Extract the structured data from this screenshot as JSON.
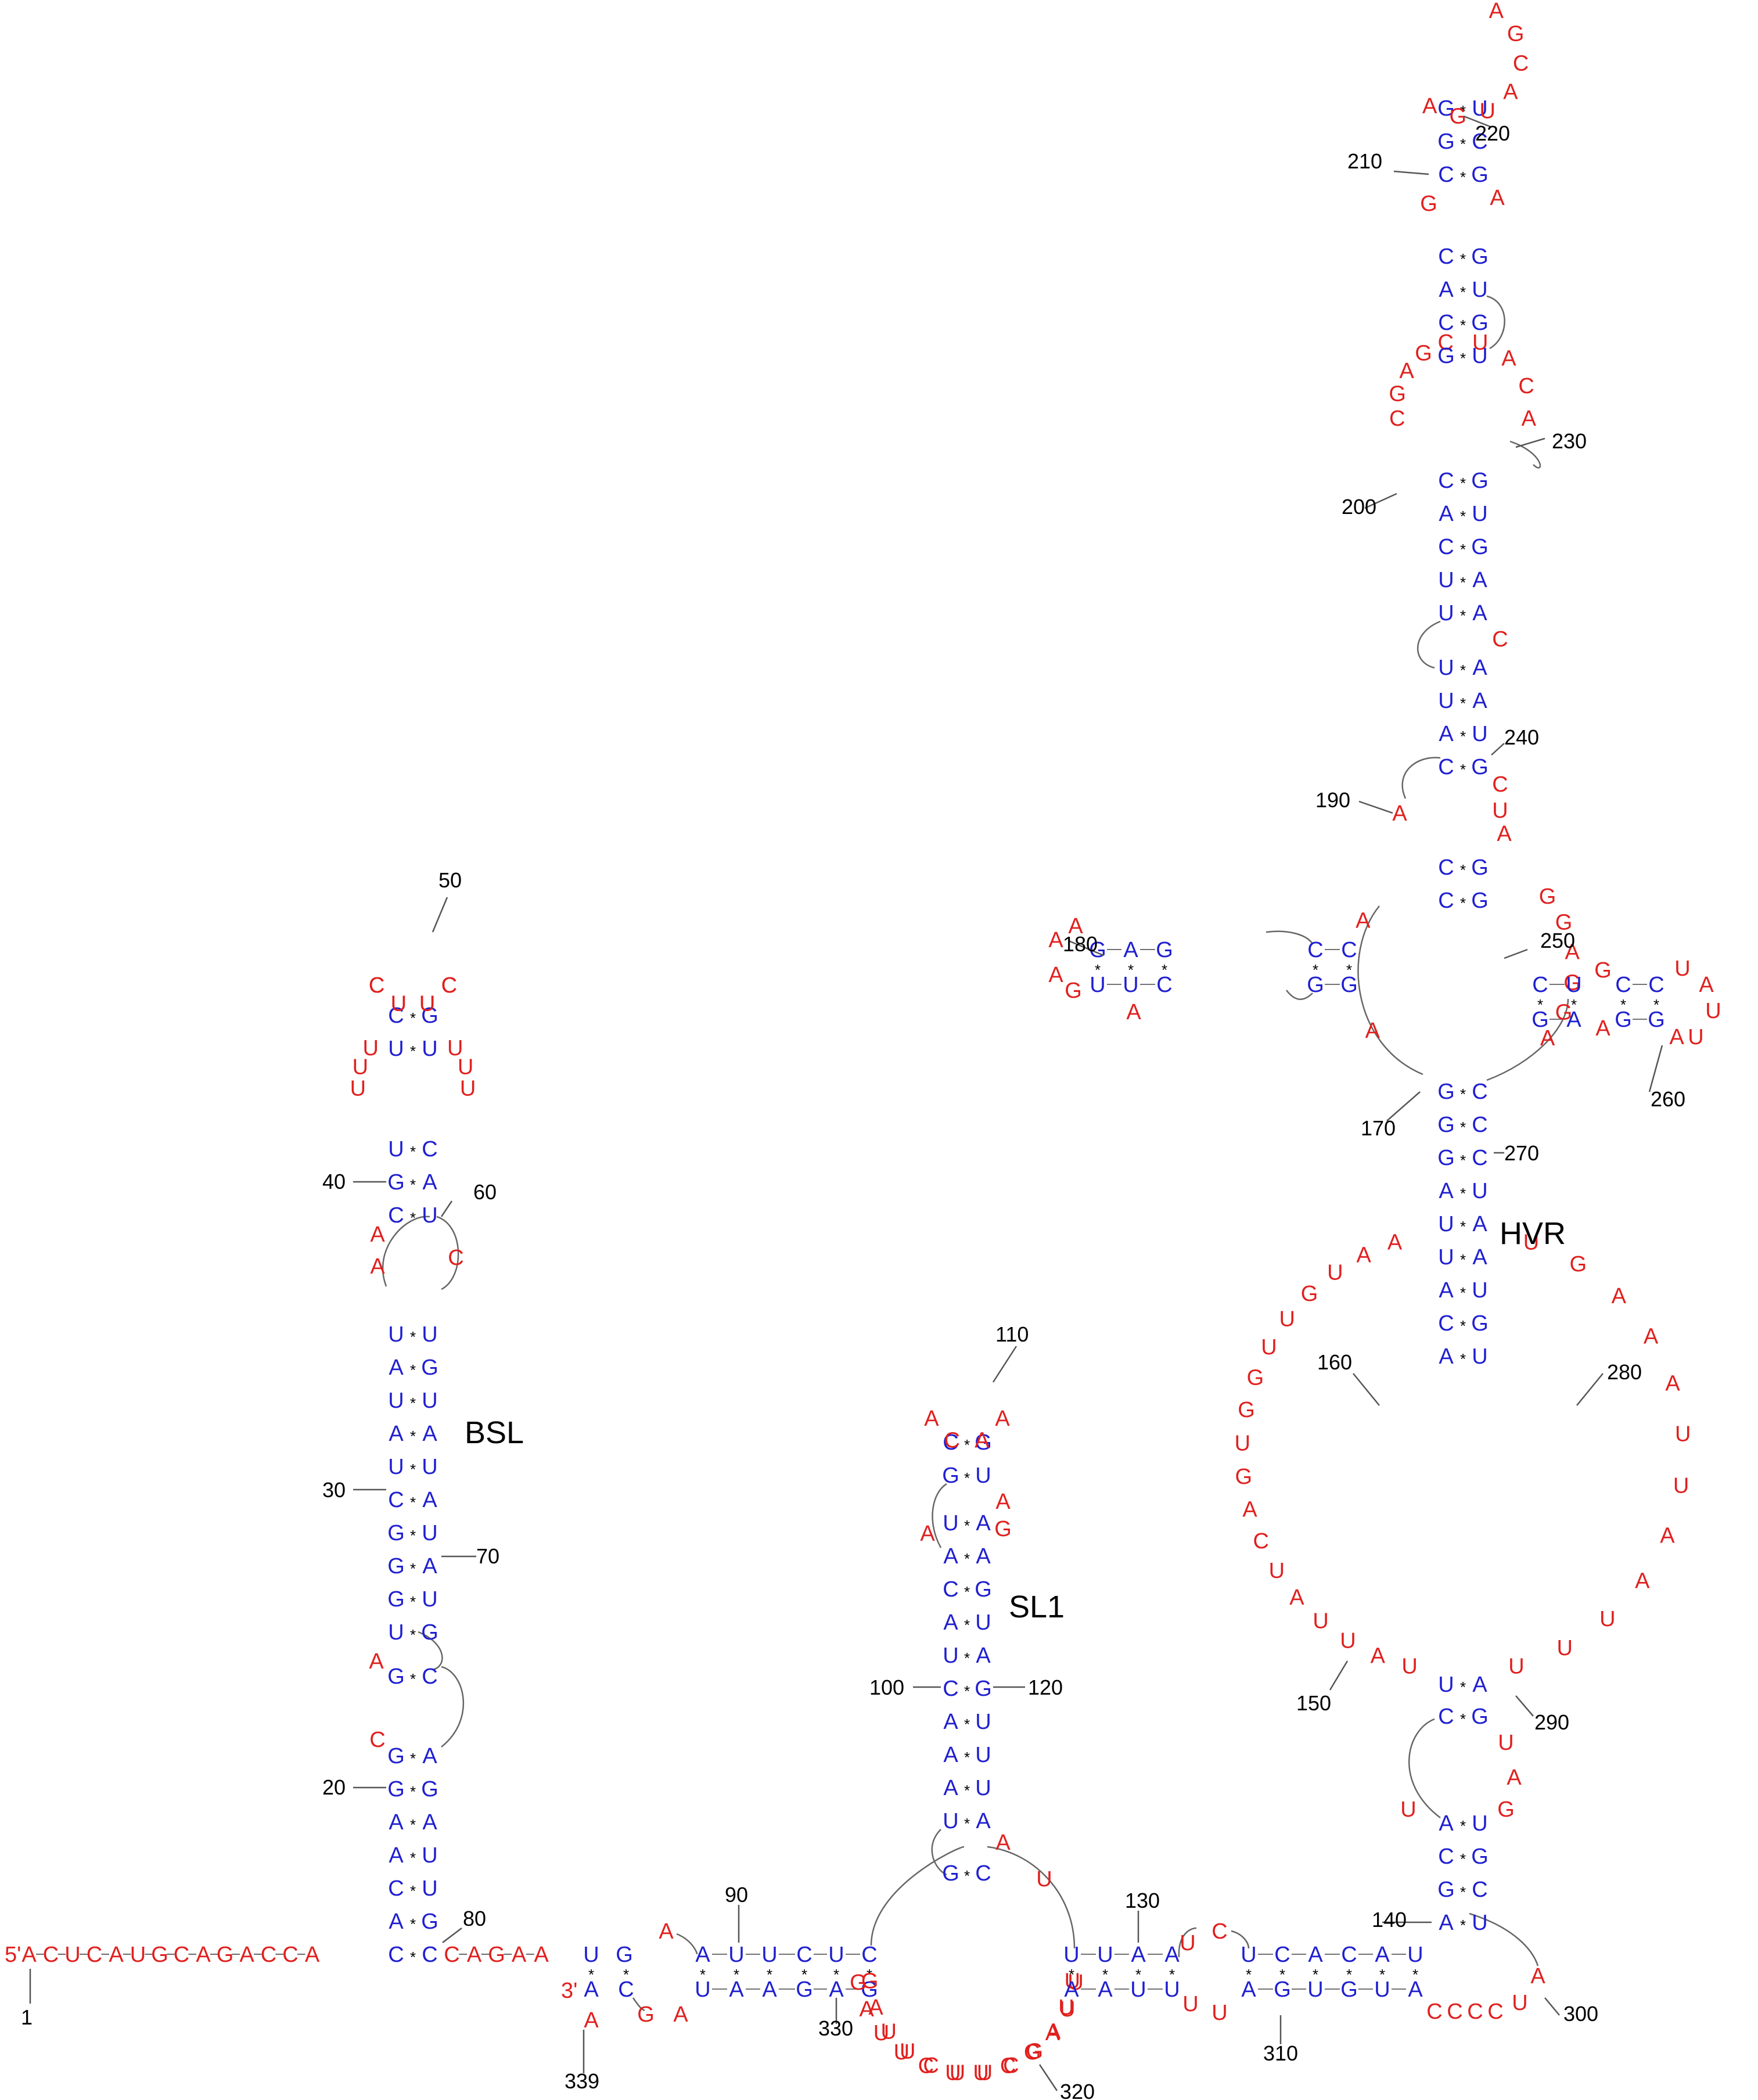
{
  "colors": {
    "paired": "#1f1fd0",
    "unpaired": "#e0201e",
    "text": "#000000"
  },
  "ends": {
    "five_prime": "5'",
    "three_prime": "3'"
  },
  "domain_labels": [
    "BSL",
    "SL1",
    "HVR"
  ],
  "numbers": [
    "1",
    "20",
    "30",
    "40",
    "50",
    "60",
    "70",
    "80",
    "90",
    "100",
    "110",
    "120",
    "130",
    "140",
    "150",
    "160",
    "170",
    "180",
    "190",
    "200",
    "210",
    "220",
    "230",
    "240",
    "250",
    "260",
    "270",
    "280",
    "290",
    "300",
    "310",
    "320",
    "330",
    "339"
  ],
  "sequence": {
    "leader": [
      "A",
      "C",
      "U",
      "C",
      "A",
      "U",
      "G",
      "C",
      "A",
      "G",
      "A",
      "C",
      "C",
      "A"
    ],
    "bsl_left": [
      "C",
      "A",
      "C",
      "A",
      "A",
      "G",
      "G",
      "C",
      "A",
      "G",
      "U",
      "G",
      "G",
      "G",
      "C",
      "U",
      "A",
      "U",
      "A",
      "U",
      "A",
      "A",
      "C",
      "G",
      "U",
      "U",
      "C",
      "G",
      "C"
    ],
    "bsl_loop_top": [
      "C",
      "U",
      "U",
      "C"
    ],
    "bsl_right": [
      "C",
      "G",
      "U",
      "U",
      "A",
      "G",
      "A",
      "C",
      "G",
      "U",
      "A",
      "U",
      "A",
      "U",
      "A",
      "U",
      "G",
      "U",
      "C",
      "U",
      "A",
      "C",
      "U",
      "G",
      "U",
      "C",
      "U",
      "G"
    ],
    "linker": [
      "C",
      "A",
      "G",
      "A",
      "A"
    ],
    "j1_top": [
      "U",
      "G",
      "A"
    ],
    "j1_bottom": [
      "A",
      "C",
      "G",
      "A"
    ],
    "sl1_left": [
      "A",
      "U",
      "U",
      "C",
      "U",
      "C",
      "G",
      "U",
      "A",
      "A",
      "A",
      "C",
      "U",
      "A",
      "C",
      "A",
      "U",
      "A",
      "U",
      "C",
      "A",
      "G",
      "C",
      "A"
    ],
    "sl1_right": [
      "C",
      "A",
      "G",
      "U",
      "G",
      "A",
      "U",
      "A",
      "G",
      "U",
      "G",
      "U",
      "A",
      "U",
      "A",
      "C"
    ],
    "sl1_bottom": [
      "A",
      "G",
      "A",
      "A",
      "U"
    ],
    "loop320": [
      "G",
      "A",
      "U",
      "U",
      "C",
      "U",
      "U",
      "C",
      "G",
      "A",
      "U",
      "U"
    ],
    "mid_top": [
      "U",
      "U",
      "A",
      "A",
      "U",
      "C",
      "U",
      "C",
      "A",
      "C",
      "A",
      "U"
    ],
    "mid_bottom": [
      "A",
      "A",
      "U",
      "U",
      "U",
      "U",
      "A",
      "G",
      "U",
      "G",
      "U",
      "A"
    ],
    "hvr_bottom_left": [
      "A",
      "G",
      "C",
      "A",
      "U",
      "U"
    ],
    "hvr_bottom_right": [
      "U",
      "G",
      "C",
      "U",
      "G",
      "A",
      "U",
      "G"
    ],
    "tail300": [
      "A",
      "U",
      "C",
      "C",
      "C",
      "C"
    ],
    "big_loop_left": [
      "U",
      "A",
      "U",
      "U",
      "A",
      "U",
      "C",
      "A",
      "G",
      "U",
      "G",
      "G",
      "U",
      "U",
      "G",
      "U",
      "A"
    ],
    "big_loop_right": [
      "U",
      "U",
      "U",
      "A",
      "A",
      "U",
      "U",
      "A",
      "A",
      "A",
      "G",
      "U"
    ],
    "hvr_stem": [
      "A",
      "C",
      "A",
      "U",
      "U",
      "A",
      "G",
      "G",
      "G",
      "C",
      "C",
      "A",
      "U",
      "G",
      "U",
      "A",
      "A",
      "U",
      "C",
      "C",
      "C"
    ],
    "hvr_upper": [
      "C",
      "C",
      "A",
      "U",
      "U",
      "A",
      "C",
      "U",
      "U",
      "A",
      "C",
      "C",
      "A",
      "G",
      "G",
      "C",
      "A",
      "U",
      "G",
      "A",
      "C",
      "A",
      "G",
      "C",
      "G",
      "G",
      "A",
      "C",
      "A",
      "U",
      "A",
      "G",
      "A",
      "U",
      "G",
      "G",
      "C",
      "G",
      "U",
      "C",
      "U",
      "U",
      "G",
      "A",
      "G",
      "C",
      "G",
      "A",
      "U",
      "G",
      "C",
      "C",
      "A",
      "G",
      "U"
    ],
    "left_arm": [
      "A",
      "G",
      "A",
      "A",
      "G",
      "U",
      "U",
      "C",
      "A",
      "G",
      "G",
      "C",
      "C"
    ],
    "right_arm": [
      "C",
      "U",
      "G",
      "C",
      "C",
      "U",
      "A",
      "U",
      "A",
      "U",
      "G",
      "G",
      "A",
      "G"
    ]
  }
}
